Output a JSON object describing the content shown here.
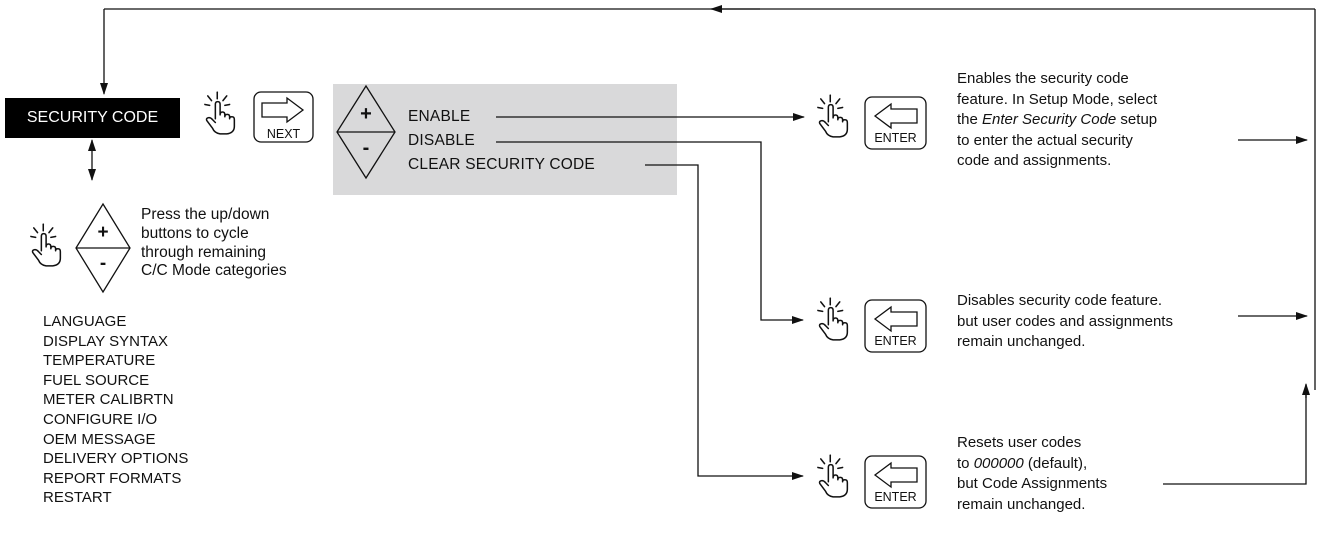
{
  "security_code": {
    "title": "SECURITY CODE"
  },
  "keys": {
    "next_label": "NEXT",
    "enter_label": "ENTER",
    "plus": "+",
    "minus": "-"
  },
  "options": [
    {
      "label": "ENABLE"
    },
    {
      "label": "DISABLE"
    },
    {
      "label": "CLEAR SECURITY CODE"
    }
  ],
  "descriptions": {
    "enable": {
      "line1": "Enables the security code",
      "line2": "feature.  In Setup Mode, select",
      "line3_pre": "the ",
      "line3_em": "Enter Security Code",
      "line3_post": " setup",
      "line4": "to enter the actual security",
      "line5": "code and assignments."
    },
    "disable": {
      "line1": "Disables security code feature.",
      "line2": "but user codes and assignments",
      "line3": "remain unchanged."
    },
    "clear": {
      "line1": "Resets user codes",
      "line2_pre": "to ",
      "line2_em": "000000",
      "line2_post": " (default),",
      "line3": "but Code Assignments",
      "line4": "remain unchanged."
    }
  },
  "cycle_note": {
    "line1": "Press the up/down",
    "line2": " buttons to cycle",
    "line3": "through remaining",
    "line4": "C/C Mode categories"
  },
  "categories": [
    "LANGUAGE",
    "DISPLAY SYNTAX",
    "TEMPERATURE",
    "FUEL SOURCE",
    "METER CALIBRTN",
    "CONFIGURE I/O",
    "OEM MESSAGE",
    "DELIVERY OPTIONS",
    "REPORT FORMATS",
    "RESTART"
  ]
}
